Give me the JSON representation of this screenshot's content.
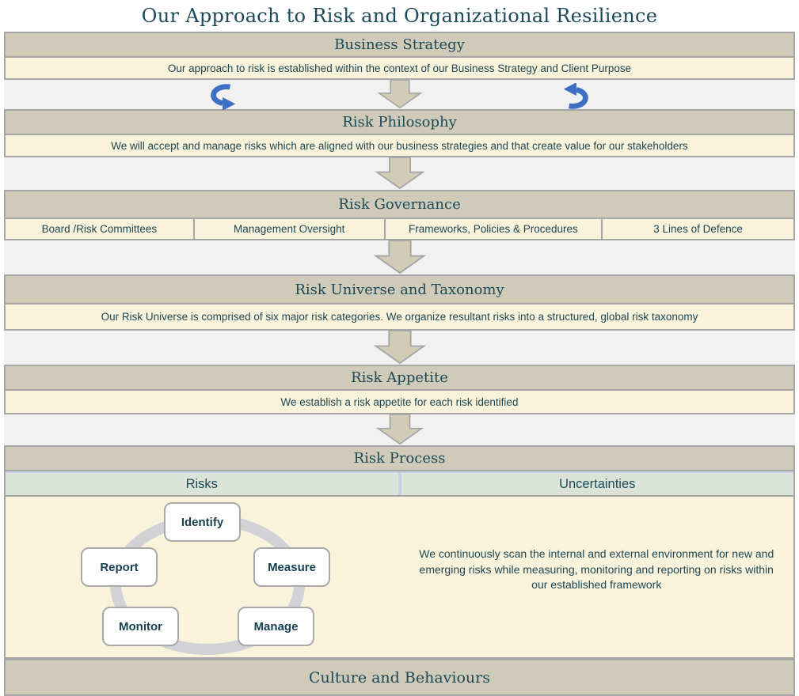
{
  "title": "Our Approach to Risk and Organizational Resilience",
  "colors": {
    "header_band": "#d0cab8",
    "description_band": "#f9f3dc",
    "gap_band": "#f1f1f1",
    "border_gray": "#a6a6a6",
    "text_teal": "#1b4a58",
    "cycle_ring_gray": "#d2d2d6",
    "curved_arrow_blue": "#3e6fc4",
    "column_header_sage": "#dce4da",
    "column_border_lavender": "#c9cfe6"
  },
  "sections": {
    "business_strategy": {
      "header": "Business Strategy",
      "description": "Our approach to risk is established within the context of our Business Strategy and Client Purpose"
    },
    "risk_philosophy": {
      "header": "Risk Philosophy",
      "description": "We will accept and manage risks which are aligned with our business strategies and that create value for our stakeholders"
    },
    "risk_governance": {
      "header": "Risk Governance",
      "cells": [
        "Board /Risk Committees",
        "Management Oversight",
        "Frameworks, Policies & Procedures",
        "3 Lines of Defence"
      ]
    },
    "risk_universe": {
      "header": "Risk Universe and Taxonomy",
      "description": "Our Risk Universe is comprised of six major risk categories. We organize resultant risks into a structured, global risk taxonomy"
    },
    "risk_appetite": {
      "header": "Risk Appetite",
      "description": "We establish a risk appetite for each risk identified"
    },
    "risk_process": {
      "header": "Risk Process",
      "columns": {
        "left": "Risks",
        "right": "Uncertainties"
      },
      "cycle": [
        "Identify",
        "Measure",
        "Manage",
        "Monitor",
        "Report"
      ],
      "uncertainties_text": "We continuously scan the internal and external environment for new and emerging risks while measuring, monitoring and reporting on risks within our established framework"
    },
    "culture": {
      "header": "Culture and Behaviours"
    }
  }
}
